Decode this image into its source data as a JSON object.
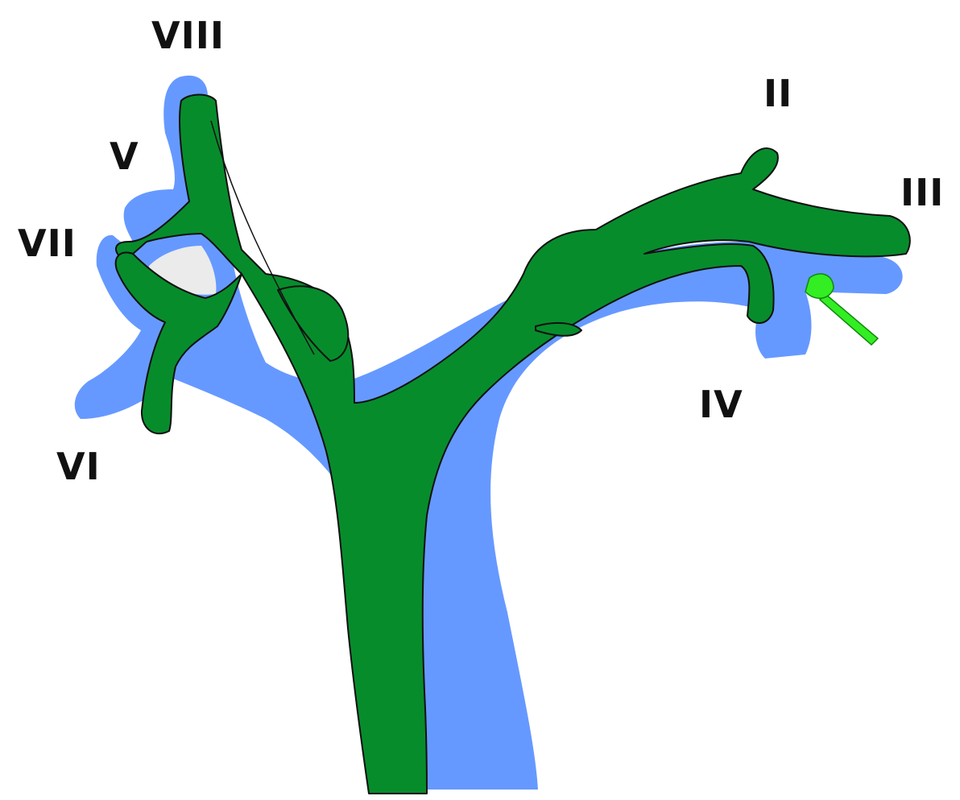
{
  "colors": {
    "background": "#ffffff",
    "portal_vein": "#6699ff",
    "bile_duct": "#078c2c",
    "gap_fill": "#ebebeb",
    "highlight": "#33ee22",
    "label_text": "#111111"
  },
  "labels": {
    "seg_viii": "VIII",
    "seg_ii": "II",
    "seg_v": "V",
    "seg_iii": "III",
    "seg_vii": "VII",
    "seg_iv": "IV",
    "seg_vi": "VI"
  }
}
